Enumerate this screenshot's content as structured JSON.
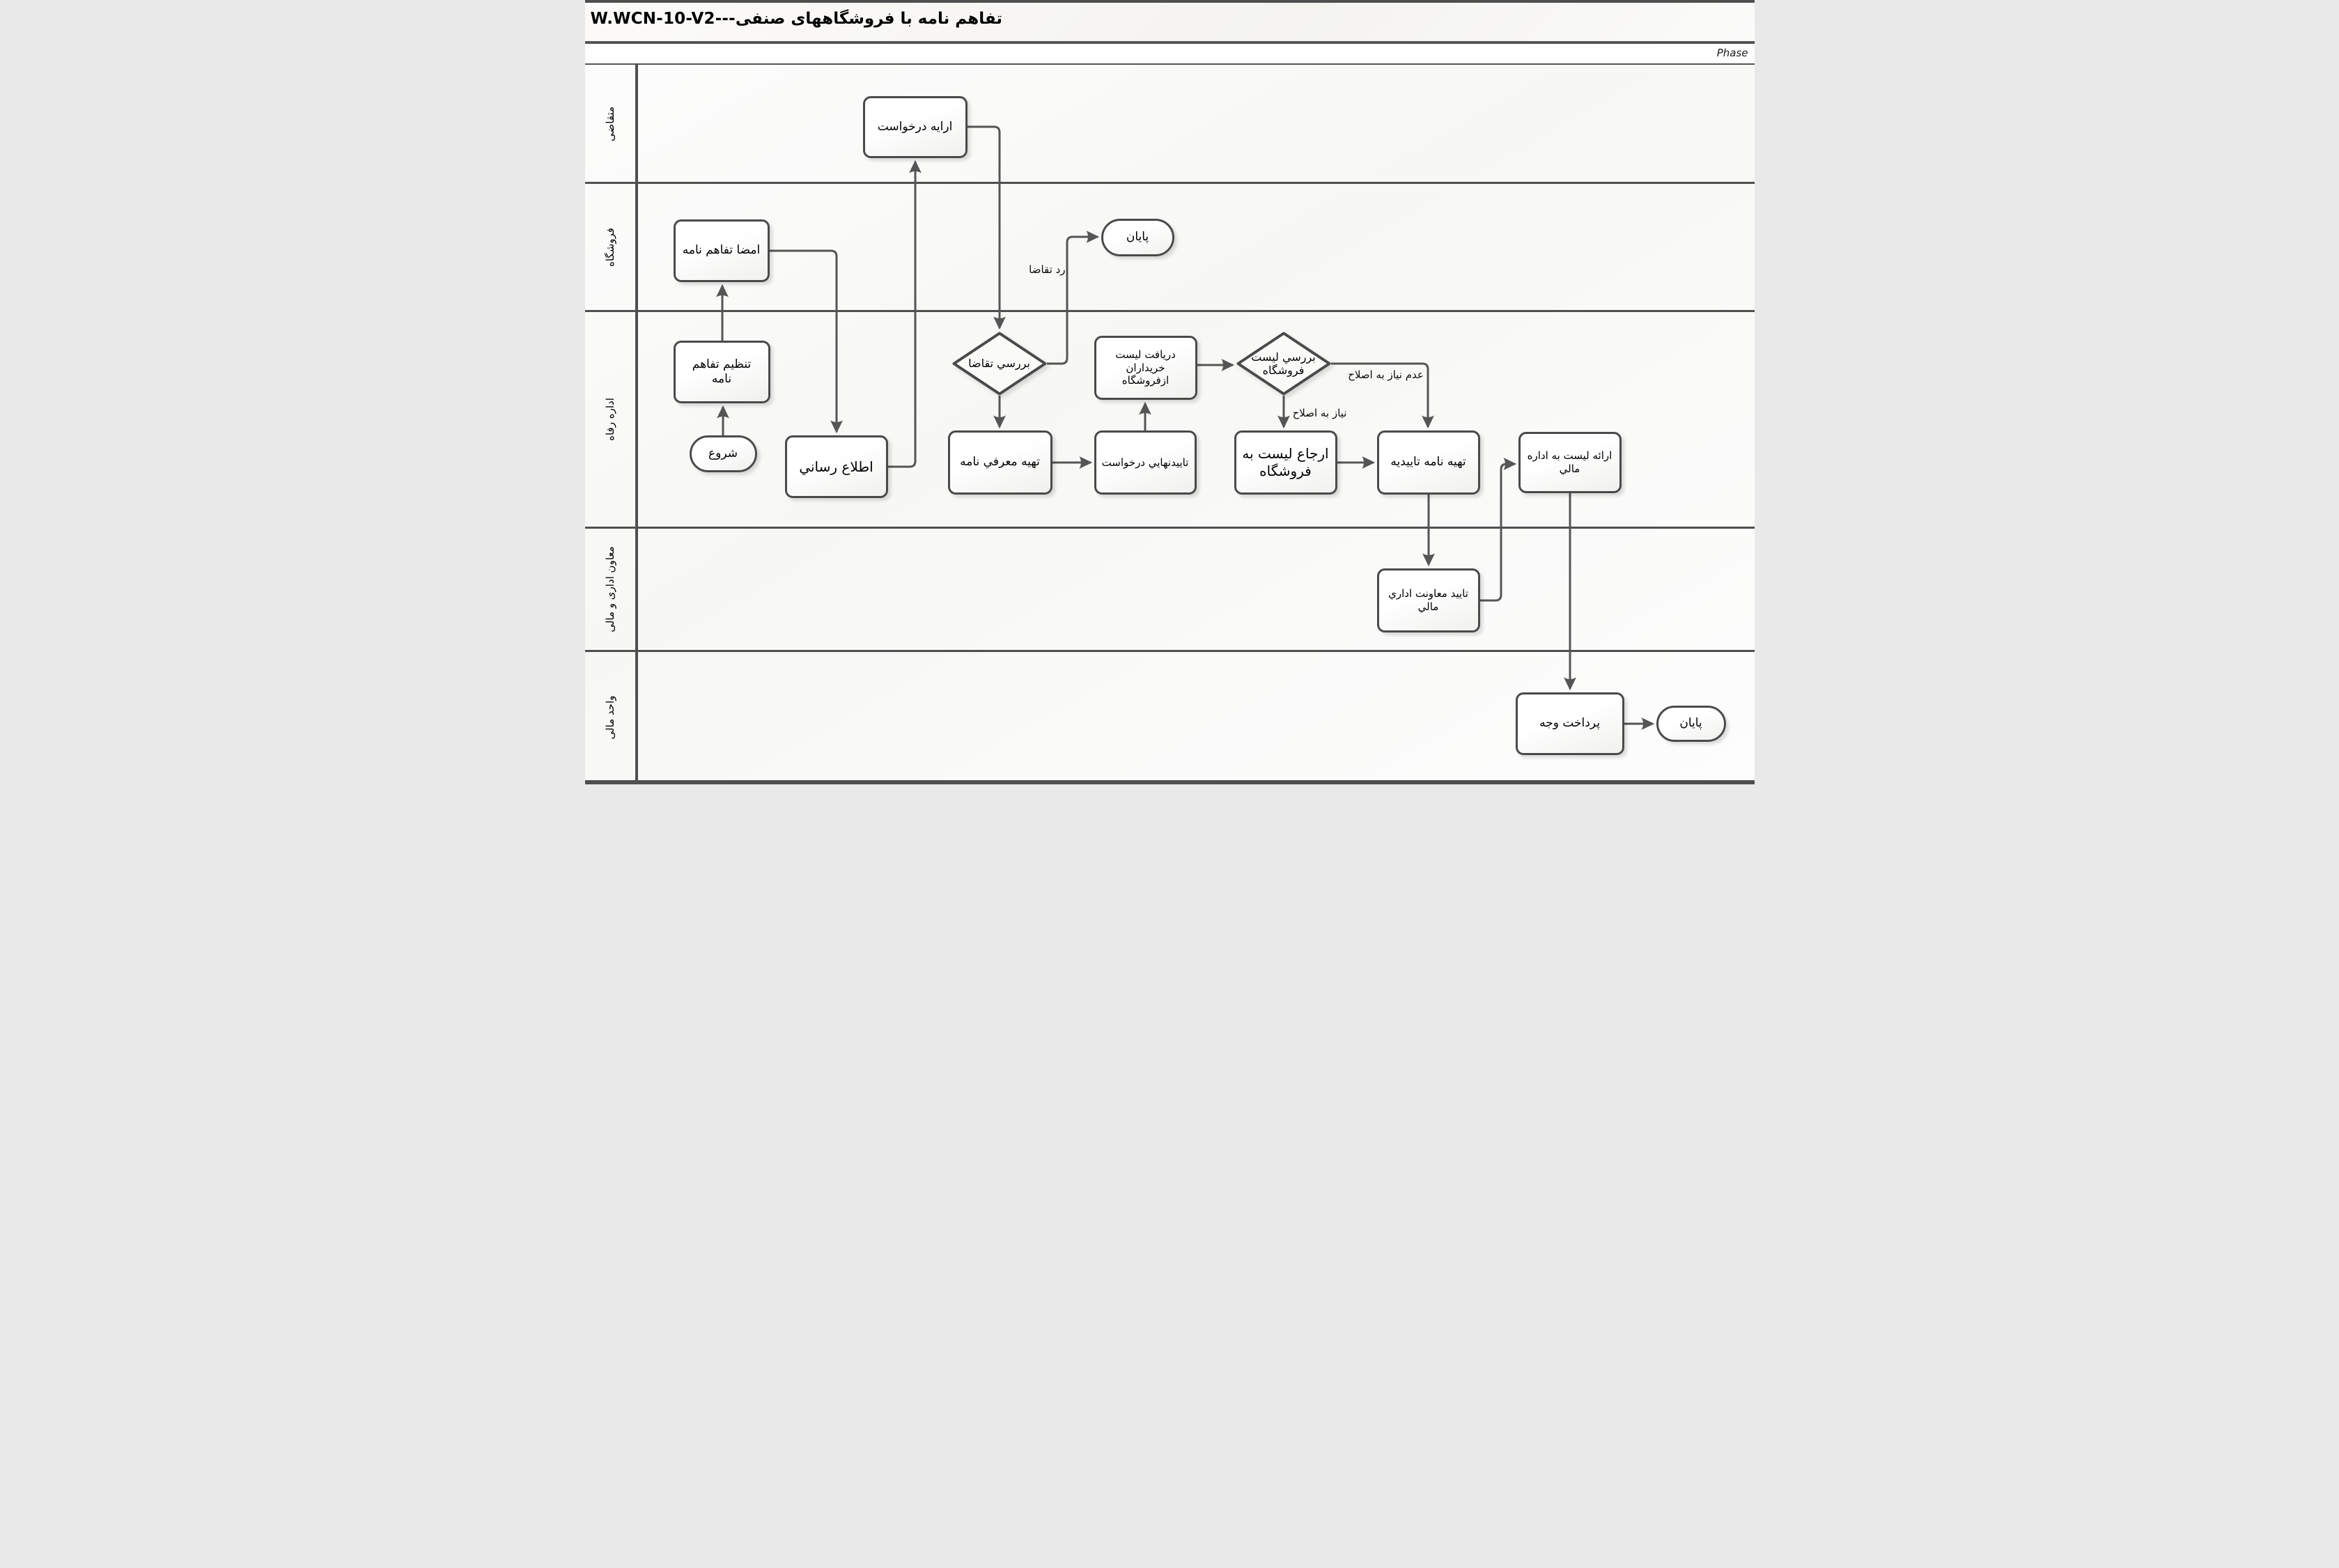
{
  "header": {
    "title": "W.WCN-10-V2---تفاهم نامه با فروشگاههای صنفی",
    "phase_label": "Phase"
  },
  "lanes": [
    {
      "label": "متقاضی"
    },
    {
      "label": "فروشگاه"
    },
    {
      "label": "اداره رفاه"
    },
    {
      "label": "معاون اداری و مالی"
    },
    {
      "label": "واحد مالی"
    }
  ],
  "nodes": {
    "start": {
      "type": "start",
      "label": "شروع"
    },
    "prepare_mou": {
      "type": "process",
      "label": "تنظیم تفاهم نامه"
    },
    "sign_mou": {
      "type": "process",
      "label": "امضا تفاهم نامه"
    },
    "announce": {
      "type": "process",
      "label": "اطلاع رساني"
    },
    "submit_request": {
      "type": "process",
      "label": "ارایه درخواست"
    },
    "review_request": {
      "type": "decision",
      "label": "بررسي تقاضا"
    },
    "end_top": {
      "type": "end",
      "label": "پایان"
    },
    "prepare_intro_letter": {
      "type": "process",
      "label": "تهيه معرفي نامه"
    },
    "final_approval": {
      "type": "process",
      "label": "تاييدنهايي درخواست"
    },
    "receive_buyers_list": {
      "type": "process",
      "label": "دریافت لیست خریداران ازفروشگاه"
    },
    "review_store_list": {
      "type": "decision",
      "label": "بررسي ليست فروشگاه"
    },
    "refer_list_to_store": {
      "type": "process",
      "label": "ارجاع ليست به فروشگاه"
    },
    "prepare_confirmation": {
      "type": "process",
      "label": "تهيه نامه تاييديه"
    },
    "submit_list_to_finance": {
      "type": "process",
      "label": "ارائه ليست به اداره مالي"
    },
    "deputy_approval": {
      "type": "process",
      "label": "تاييد معاونت اداري مالي"
    },
    "payment": {
      "type": "process",
      "label": "پرداخت وجه"
    },
    "end_bottom": {
      "type": "end",
      "label": "پایان"
    }
  },
  "edge_labels": {
    "reject_request": "رد تقاضا",
    "needs_correction": "نیاز به اصلاح",
    "no_correction_needed": "عدم نیاز به اصلاح"
  },
  "colors": {
    "line": "#555555",
    "node_border": "#4a4a4a",
    "lane_border": "#4f4f4f"
  }
}
